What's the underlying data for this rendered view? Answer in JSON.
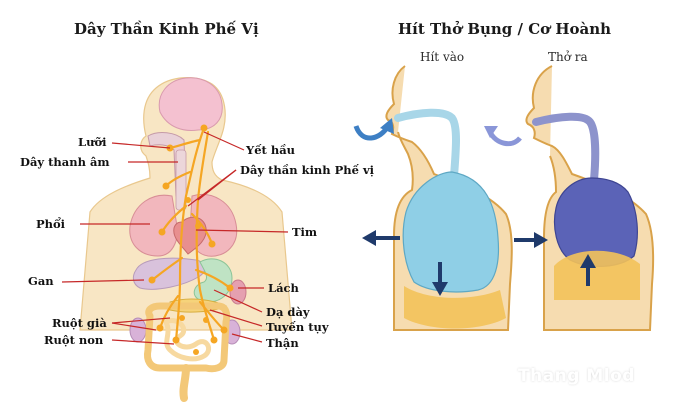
{
  "left_panel": {
    "title": "Dây Thần Kinh Phế Vị",
    "labels": {
      "tongue": "Lưỡi",
      "vocal_cords": "Dây thanh âm",
      "lungs": "Phổi",
      "liver": "Gan",
      "large_intestine": "Ruột già",
      "small_intestine": "Ruột non",
      "pharynx": "Yết hầu",
      "vagus_nerve": "Dây thần kinh Phế vị",
      "heart": "Tim",
      "spleen": "Lách",
      "stomach": "Dạ dày",
      "pancreas": "Tuyến tụy",
      "kidney": "Thận"
    }
  },
  "right_panel": {
    "title": "Hít Thở Bụng / Cơ Hoành",
    "inhale_label": "Hít vào",
    "exhale_label": "Thở ra"
  },
  "watermark": "Thang Mlod",
  "colors": {
    "skin": "#f6dcb0",
    "skin_outline": "#d9a24a",
    "nerve": "#f5a623",
    "label_line": "#c62828",
    "lung_inhale": "#8fcfe6",
    "lung_exhale": "#5b63b7",
    "arrow_dark": "#1f3a6b",
    "arrow_light": "#6b8fd6"
  }
}
